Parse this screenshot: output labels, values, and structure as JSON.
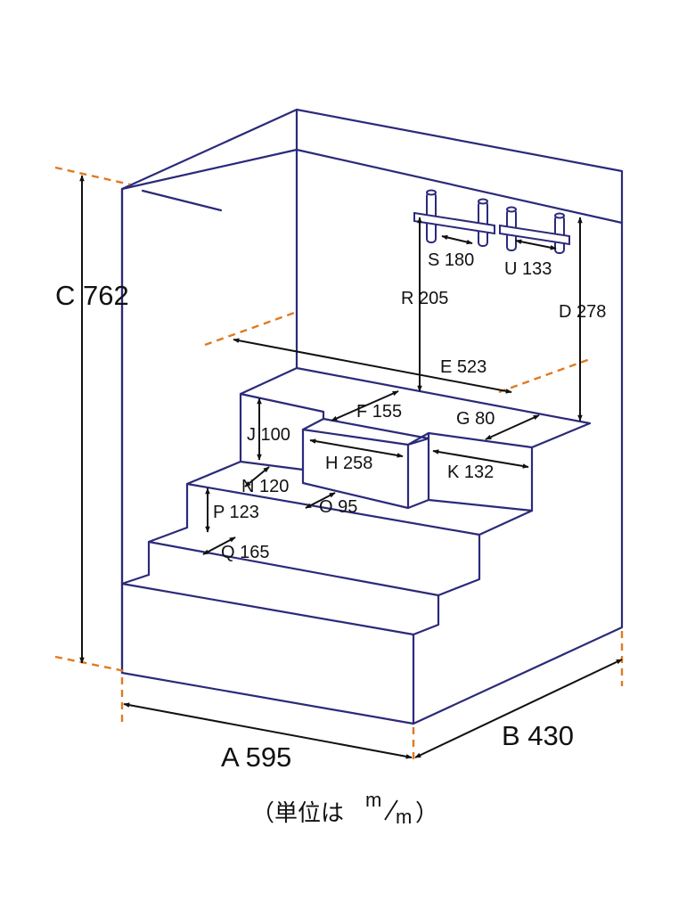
{
  "labels": {
    "A": "A 595",
    "B": "B 430",
    "C": "C 762",
    "D": "D 278",
    "E": "E 523",
    "F": "F 155",
    "G": "G 80",
    "H": "H 258",
    "J": "J 100",
    "K": "K 132",
    "N": "N 120",
    "O": "O 95",
    "P": "P 123",
    "Q": "Q 165",
    "R": "R 205",
    "S": "S 180",
    "U": "U 133"
  },
  "unit": {
    "prefix": "（単位は ",
    "numerator": "m",
    "denominator": "m",
    "suffix": "）"
  },
  "colors": {
    "outline": "#2b2a7a",
    "dimension": "#111111",
    "extension": "#e07a1f"
  }
}
